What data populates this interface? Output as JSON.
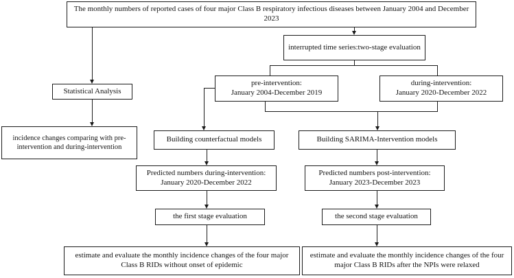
{
  "diagram": {
    "title": "Study design flowchart of interrupted time series two-stage evaluation",
    "line_color": "#1a1a1a",
    "background": "#ffffff",
    "nodes": {
      "data_source": "The monthly numbers of reported cases of four major Class B respiratory  infectious diseases between  January 2004 and December 2023",
      "its": "interrupted time series:two-stage evaluation",
      "pre_intervention": "pre-intervention:\nJanuary 2004-December 2019",
      "during_intervention": "during-intervention:\nJanuary 2020-December 2022",
      "statistical_analysis": "Statistical Analysis",
      "incidence_changes": "incidence changes comparing with pre-intervention and during-intervention",
      "counterfactual_models": "Building counterfactual models",
      "sarima_models": "Building  SARIMA-Intervention models",
      "predicted_during": "Predicted numbers during-intervention:\nJanuary 2020-December 2022",
      "predicted_post": "Predicted numbers post-intervention:\nJanuary 2023-December 2023",
      "first_stage": "the first stage evaluation",
      "second_stage": "the second stage evaluation",
      "outcome_first": "estimate and evaluate the monthly incidence changes of the four major Class B  RIDs without onset of epidemic",
      "outcome_second": "estimate and evaluate the monthly incidence changes of the four major Class B  RIDs after the NPIs were relaxed"
    }
  }
}
